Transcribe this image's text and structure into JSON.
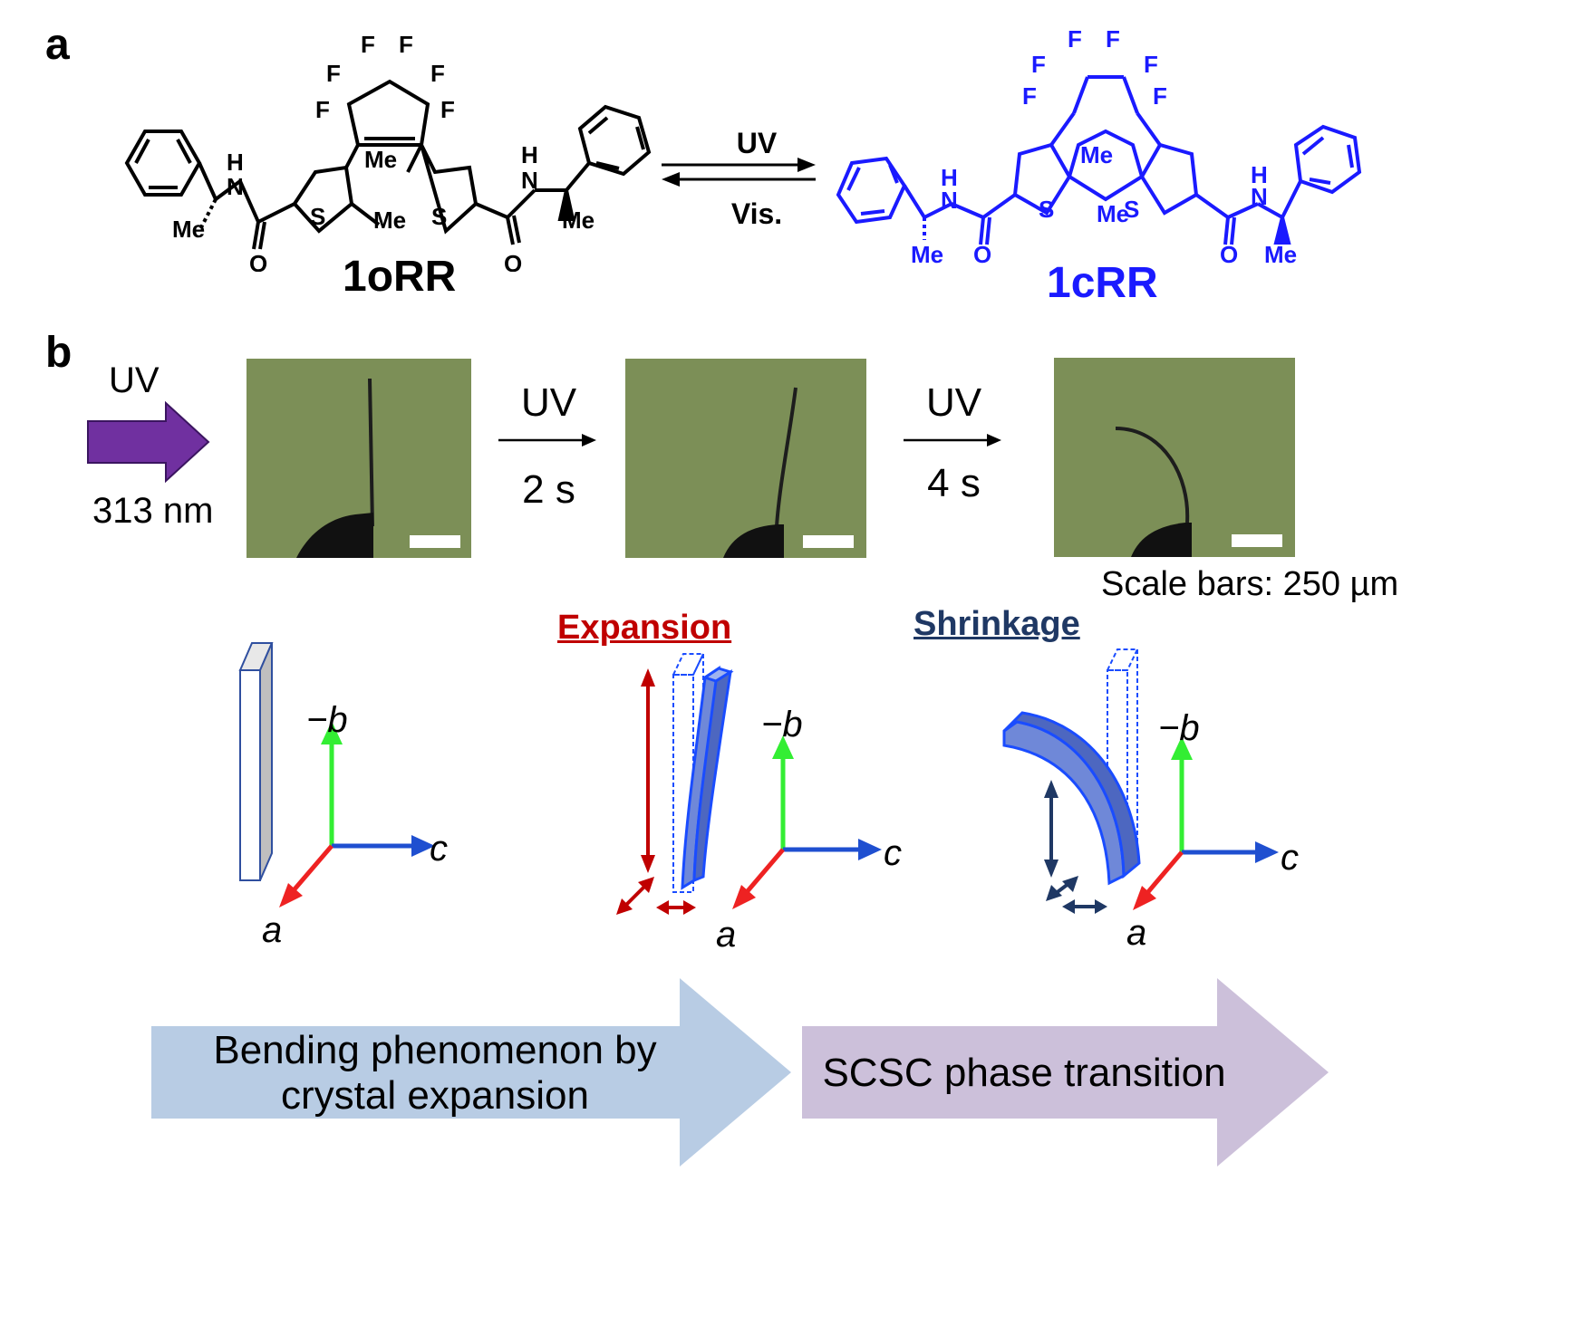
{
  "panel_a": {
    "label": "a",
    "reactant": {
      "name": "1oRR",
      "atoms": {
        "F": "F",
        "Me": "Me",
        "S": "S",
        "O": "O",
        "N": "N",
        "H": "H"
      }
    },
    "product": {
      "name": "1cRR",
      "atoms": {
        "F": "F",
        "Me": "Me",
        "S": "S",
        "O": "O",
        "N": "N",
        "H": "H"
      }
    },
    "forward_condition": "UV",
    "reverse_condition": "Vis."
  },
  "panel_b": {
    "label": "b",
    "uv_arrow": {
      "label": "UV",
      "wavelength": "313 nm",
      "color": "#7030a0"
    },
    "steps": [
      {
        "label": "UV",
        "time": "2 s"
      },
      {
        "label": "UV",
        "time": "4 s"
      }
    ],
    "scale_note": "Scale bars: 250 µm",
    "axes": {
      "neg_b": "−b",
      "c": "c",
      "a": "a"
    },
    "expansion_label": "Expansion",
    "shrinkage_label": "Shrinkage",
    "banners": [
      {
        "text_line1": "Bending phenomenon by",
        "text_line2": "crystal expansion",
        "color": "#b8cce4"
      },
      {
        "text": "SCSC phase transition",
        "color": "#ccc0da"
      }
    ]
  },
  "colors": {
    "product_blue": "#1a1aff",
    "expansion_red": "#c00000",
    "shrinkage_navy": "#1f3864",
    "photo_green": "#7c8f57",
    "axis_green": "#33ee33",
    "axis_blue": "#1f4fd0",
    "axis_red": "#ee2222"
  }
}
